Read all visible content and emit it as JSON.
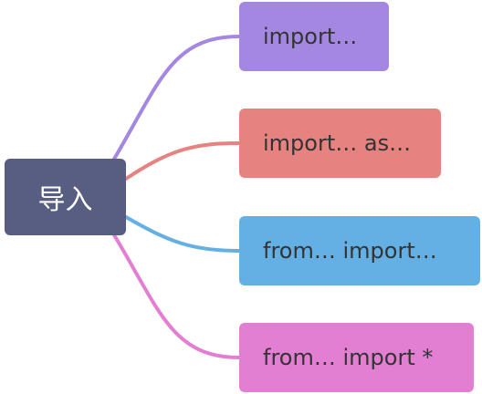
{
  "root": {
    "label": "导入",
    "color": "#585e82"
  },
  "children": [
    {
      "label": "import…",
      "color": "#a487e0"
    },
    {
      "label": "import… as…",
      "color": "#e6827f"
    },
    {
      "label": "from… import…",
      "color": "#64b0e4"
    },
    {
      "label": "from… import *",
      "color": "#e27fd2"
    }
  ]
}
